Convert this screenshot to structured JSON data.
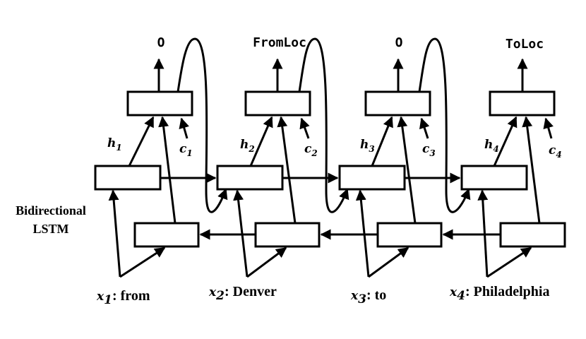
{
  "diagram": {
    "outputs": [
      "O",
      "FromLoc",
      "O",
      "ToLoc"
    ],
    "hidden_labels": [
      {
        "base": "h",
        "sub": "1"
      },
      {
        "base": "h",
        "sub": "2"
      },
      {
        "base": "h",
        "sub": "3"
      },
      {
        "base": "h",
        "sub": "4"
      }
    ],
    "context_labels": [
      {
        "base": "c",
        "sub": "1"
      },
      {
        "base": "c",
        "sub": "2"
      },
      {
        "base": "c",
        "sub": "3"
      },
      {
        "base": "c",
        "sub": "4"
      }
    ],
    "inputs": [
      {
        "base": "x",
        "sub": "1",
        "word": ": from"
      },
      {
        "base": "x",
        "sub": "2",
        "word": ": Denver"
      },
      {
        "base": "x",
        "sub": "3",
        "word": ": to"
      },
      {
        "base": "x",
        "sub": "4",
        "word": ": Philadelphia"
      }
    ],
    "side_label": [
      "Bidirectional",
      "LSTM"
    ]
  }
}
